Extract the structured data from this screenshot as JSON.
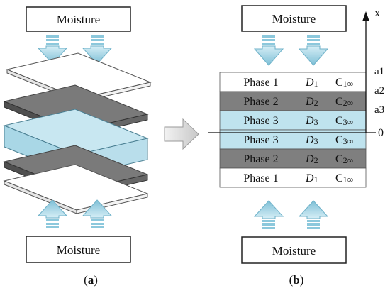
{
  "left": {
    "top_box_label": "Moisture",
    "bottom_box_label": "Moisture",
    "caption": {
      "open": "(",
      "letter": "a",
      "close": ")"
    }
  },
  "right": {
    "top_box_label": "Moisture",
    "bottom_box_label": "Moisture",
    "caption": {
      "open": "(",
      "letter": "b",
      "close": ")"
    },
    "axis": {
      "label": "x",
      "origin": "0",
      "ticks": [
        "a1",
        "a2",
        "a3"
      ]
    },
    "rows": [
      {
        "phase": "Phase 1",
        "d": "D",
        "d_sub": "1",
        "c": "C",
        "c_sub": "1∞",
        "fill": "#ffffff",
        "text_color": "#111111"
      },
      {
        "phase": "Phase 2",
        "d": "D",
        "d_sub": "2",
        "c": "C",
        "c_sub": "2∞",
        "fill": "#7f7f7f",
        "text_color": "#111111"
      },
      {
        "phase": "Phase 3",
        "d": "D",
        "d_sub": "3",
        "c": "C",
        "c_sub": "3∞",
        "fill": "#bfe3ee",
        "text_color": "#111111"
      },
      {
        "phase": "Phase 3",
        "d": "D",
        "d_sub": "3",
        "c": "C",
        "c_sub": "3∞",
        "fill": "#bfe3ee",
        "text_color": "#111111"
      },
      {
        "phase": "Phase 2",
        "d": "D",
        "d_sub": "2",
        "c": "C",
        "c_sub": "2∞",
        "fill": "#7f7f7f",
        "text_color": "#111111"
      },
      {
        "phase": "Phase 1",
        "d": "D",
        "d_sub": "1",
        "c": "C",
        "c_sub": "1∞",
        "fill": "#ffffff",
        "text_color": "#111111"
      }
    ]
  },
  "colors": {
    "arrow": "#8cc8dc",
    "arrow_stroke": "#5aa6c0",
    "layer_light": "#ffffff",
    "layer_dark": "#7f7f7f",
    "layer_blue": "#bfe3ee",
    "center_arrow": "#d9d9d9"
  }
}
